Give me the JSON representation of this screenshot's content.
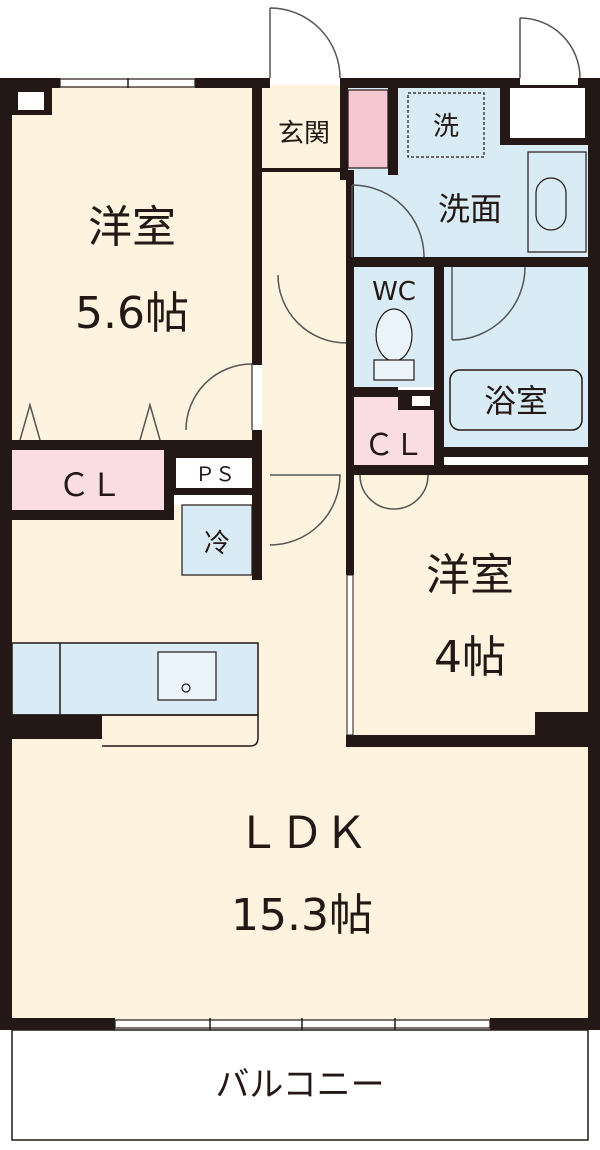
{
  "rooms": {
    "western_a": {
      "name": "洋室",
      "size": "5.6帖"
    },
    "western_b": {
      "name": "洋室",
      "size": "4帖"
    },
    "ldk": {
      "name": "ＬＤＫ",
      "size": "15.3帖"
    },
    "entrance": "玄関",
    "washroom": "洗面",
    "bath": "浴室",
    "wc": "WC",
    "closet_a": "ＣＬ",
    "closet_b": "ＣＬ",
    "ps": "ＰＳ",
    "balcony": "バルコニー"
  },
  "fixtures": {
    "washer_mark": "洗",
    "fridge_mark": "冷"
  },
  "colors": {
    "wall": "#231815",
    "room_floor": "#fdf3df",
    "wet_area": "#d9ecf5",
    "closet": "#f9dde3",
    "accent_pink": "#f5c7d1",
    "balcony": "#ffffff"
  }
}
